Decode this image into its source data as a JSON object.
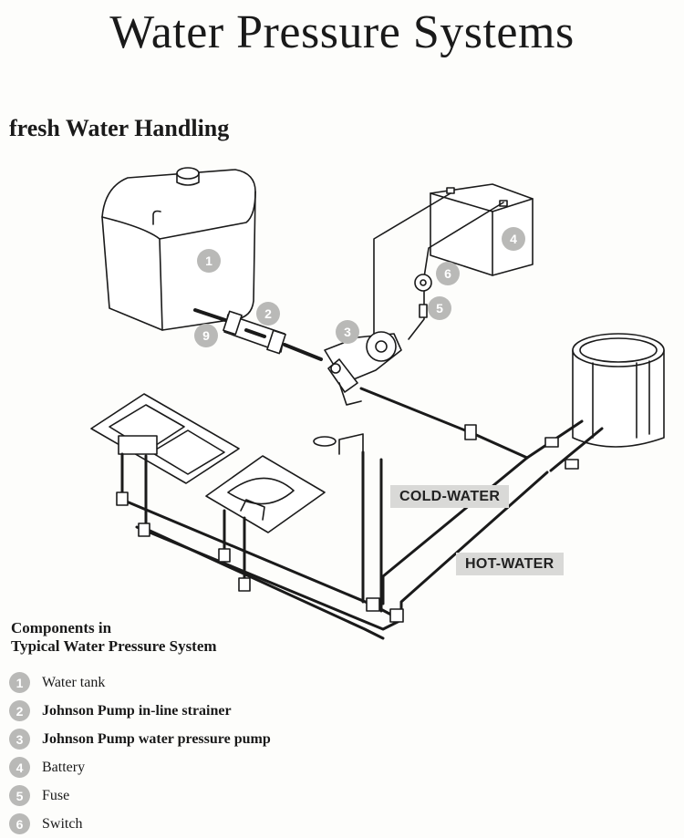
{
  "title": "Water Pressure Systems",
  "subtitle": "fresh Water Handling",
  "pipe_labels": {
    "cold": "COLD-WATER",
    "hot": "HOT-WATER"
  },
  "callouts": [
    "1",
    "2",
    "3",
    "4",
    "5",
    "6",
    "9"
  ],
  "legend": {
    "heading_line1": "Components in",
    "heading_line2": "Typical Water Pressure System",
    "items": [
      {
        "number": "1",
        "label": "Water tank",
        "bold": false
      },
      {
        "number": "2",
        "label": "Johnson Pump in-line strainer",
        "bold": true
      },
      {
        "number": "3",
        "label": "Johnson Pump water pressure pump",
        "bold": true
      },
      {
        "number": "4",
        "label": "Battery",
        "bold": false
      },
      {
        "number": "5",
        "label": "Fuse",
        "bold": false
      },
      {
        "number": "6",
        "label": "Switch",
        "bold": false
      }
    ]
  },
  "colors": {
    "callout": "#b9b9b7",
    "label_bg": "#d9d9d7",
    "line": "#1a1a1a"
  }
}
